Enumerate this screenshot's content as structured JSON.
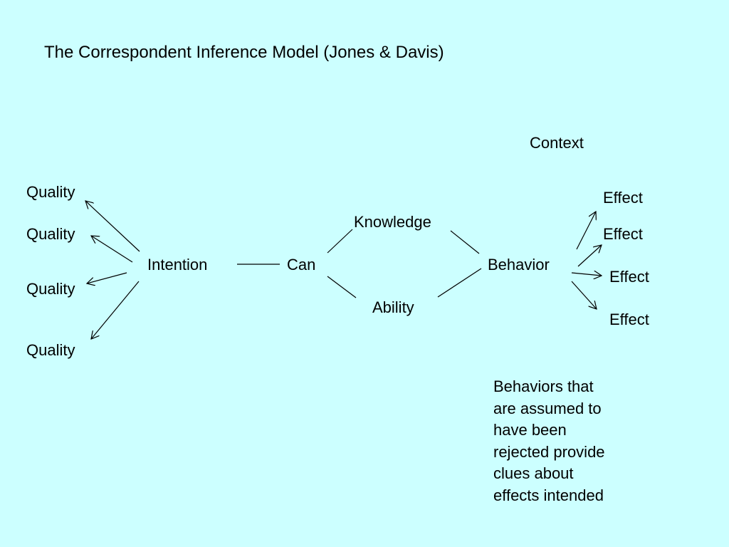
{
  "slide": {
    "title": "The Correspondent Inference Model (Jones & Davis)",
    "background_color": "#ccffff"
  },
  "diagram": {
    "qualities": [
      "Quality",
      "Quality",
      "Quality",
      "Quality"
    ],
    "intention": "Intention",
    "can": "Can",
    "knowledge": "Knowledge",
    "ability": "Ability",
    "behavior": "Behavior",
    "context": "Context",
    "effects": [
      "Effect",
      "Effect",
      "Effect",
      "Effect"
    ]
  },
  "note": {
    "lines": [
      "Behaviors that",
      "are assumed to",
      "have been",
      "rejected provide",
      "clues about",
      "effects intended"
    ]
  }
}
